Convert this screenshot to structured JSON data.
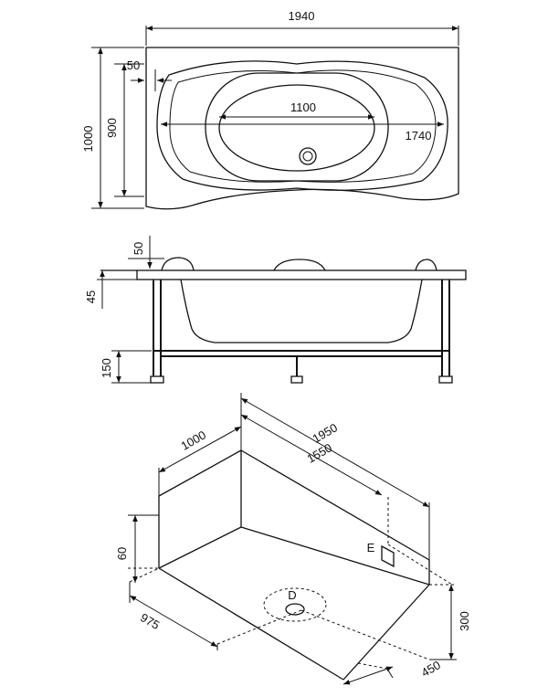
{
  "top_view": {
    "overall_length": "1940",
    "overall_width": "1000",
    "inner_width": "900",
    "rim_offset": "50",
    "basin_length": "1100",
    "outer_bowl_length": "1740"
  },
  "side_view": {
    "rim_offset": "50",
    "rim_thickness": "45",
    "leg_height": "150"
  },
  "niche_view": {
    "length_outer": "1950",
    "length_inner": "1550",
    "depth_back": "1000",
    "depth_front": "975",
    "wall_height": "60",
    "outlet_height": "300",
    "outlet_offset": "450",
    "drain_label": "D",
    "outlet_label": "E"
  }
}
